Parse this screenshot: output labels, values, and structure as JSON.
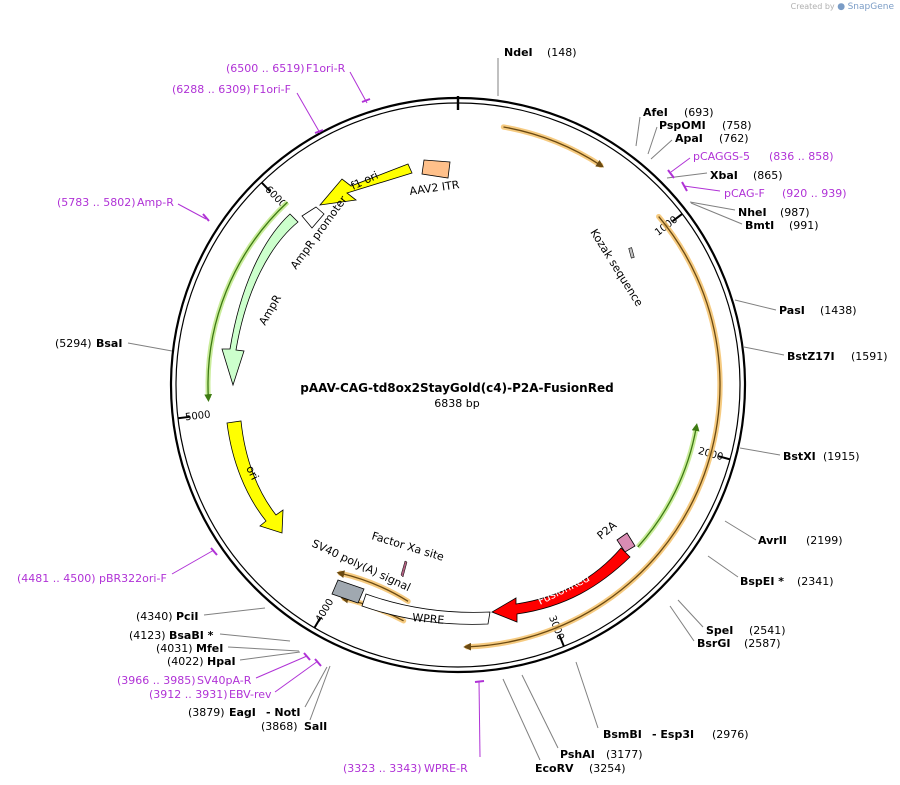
{
  "credit": {
    "prefix": "Created by",
    "brand": "SnapGene"
  },
  "plasmid": {
    "name": "pAAV-CAG-td8ox2StayGold(c4)-P2A-FusionRed",
    "size_label": "6838 bp",
    "length": 6838
  },
  "ticks": [
    {
      "pos": 1000,
      "label": "1000"
    },
    {
      "pos": 2000,
      "label": "2000"
    },
    {
      "pos": 3000,
      "label": "3000"
    },
    {
      "pos": 4000,
      "label": "4000"
    },
    {
      "pos": 5000,
      "label": "5000"
    },
    {
      "pos": 6000,
      "label": "6000"
    }
  ],
  "enzymes": [
    {
      "name": "NdeI",
      "pos_text": "(148)",
      "site": 148
    },
    {
      "name": "AfeI",
      "pos_text": "(693)",
      "site": 693
    },
    {
      "name": "PspOMI",
      "pos_text": "(758)",
      "site": 758
    },
    {
      "name": "ApaI",
      "pos_text": "(762)",
      "site": 762
    },
    {
      "name": "XbaI",
      "pos_text": "(865)",
      "site": 865
    },
    {
      "name": "NheI",
      "pos_text": "(987)",
      "site": 987
    },
    {
      "name": "BmtI",
      "pos_text": "(991)",
      "site": 991
    },
    {
      "name": "PasI",
      "pos_text": "(1438)",
      "site": 1438
    },
    {
      "name": "BstZ17I",
      "pos_text": "(1591)",
      "site": 1591
    },
    {
      "name": "BstXI",
      "pos_text": "(1915)",
      "site": 1915
    },
    {
      "name": "AvrII",
      "pos_text": "(2199)",
      "site": 2199
    },
    {
      "name": "BspEI *",
      "pos_text": "(2341)",
      "site": 2341
    },
    {
      "name": "SpeI",
      "pos_text": "(2541)",
      "site": 2541
    },
    {
      "name": "BsrGI",
      "pos_text": "(2587)",
      "site": 2587
    },
    {
      "name": "BsmBI",
      "name2": "- Esp3I",
      "pos_text": "(2976)",
      "site": 2976
    },
    {
      "name": "PshAI",
      "pos_text": "(3177)",
      "site": 3177
    },
    {
      "name": "EcoRV",
      "pos_text": "(3254)",
      "site": 3254
    },
    {
      "name": "SalI",
      "pos_text": "(3868)",
      "site": 3868
    },
    {
      "name": "EagI",
      "name2": "- NotI",
      "pos_text": "(3879)",
      "site": 3879
    },
    {
      "name": "HpaI",
      "pos_text": "(4022)",
      "site": 4022
    },
    {
      "name": "MfeI",
      "pos_text": "(4031)",
      "site": 4031
    },
    {
      "name": "BsaBI *",
      "pos_text": "(4123)",
      "site": 4123
    },
    {
      "name": "PciI",
      "pos_text": "(4340)",
      "site": 4340
    },
    {
      "name": "BsaI",
      "pos_text": "(5294)",
      "site": 5294
    }
  ],
  "primers": [
    {
      "range_text": "(6500 .. 6519)",
      "name": "F1ori-R",
      "site": 6510
    },
    {
      "range_text": "(6288 .. 6309)",
      "name": "F1ori-F",
      "site": 6298
    },
    {
      "range_text": "(5783 .. 5802)",
      "name": "Amp-R",
      "site": 5792
    },
    {
      "name": "pCAGGS-5",
      "range_text": "(836 .. 858)",
      "site": 847
    },
    {
      "name": "pCAG-F",
      "range_text": "(920 .. 939)",
      "site": 929
    },
    {
      "range_text": "(4481 .. 4500)",
      "name": "pBR322ori-F",
      "site": 4490
    },
    {
      "range_text": "(3966 .. 3985)",
      "name": "SV40pA-R",
      "site": 3975
    },
    {
      "range_text": "(3912 .. 3931)",
      "name": "EBV-rev",
      "site": 3921
    },
    {
      "range_text": "(3323 .. 3343)",
      "name": "WPRE-R",
      "site": 3333
    }
  ],
  "features": [
    {
      "name": "f1 ori",
      "color": "#ffff00"
    },
    {
      "name": "AAV2 ITR",
      "color": "#ffc08a"
    },
    {
      "name": "AmpR promoter",
      "color": "#ffffff"
    },
    {
      "name": "AmpR",
      "color": "#ccffcc"
    },
    {
      "name": "ori",
      "color": "#ffff00"
    },
    {
      "name": "Kozak sequence",
      "color": "#c0c0c0"
    },
    {
      "name": "P2A",
      "color": "#d98cb3"
    },
    {
      "name": "FusionRed",
      "color": "#ff0000"
    },
    {
      "name": "WPRE",
      "color": "#ffffff"
    },
    {
      "name": "SV40 poly(A) signal",
      "color": "#a0a8b0"
    },
    {
      "name": "Factor Xa site",
      "color": "#b06080"
    }
  ],
  "colors": {
    "primer": "#b032d6",
    "orf_fill": "#f5c26b",
    "orf_stroke": "#6b4a12",
    "green_orf": "#6aa22a"
  }
}
